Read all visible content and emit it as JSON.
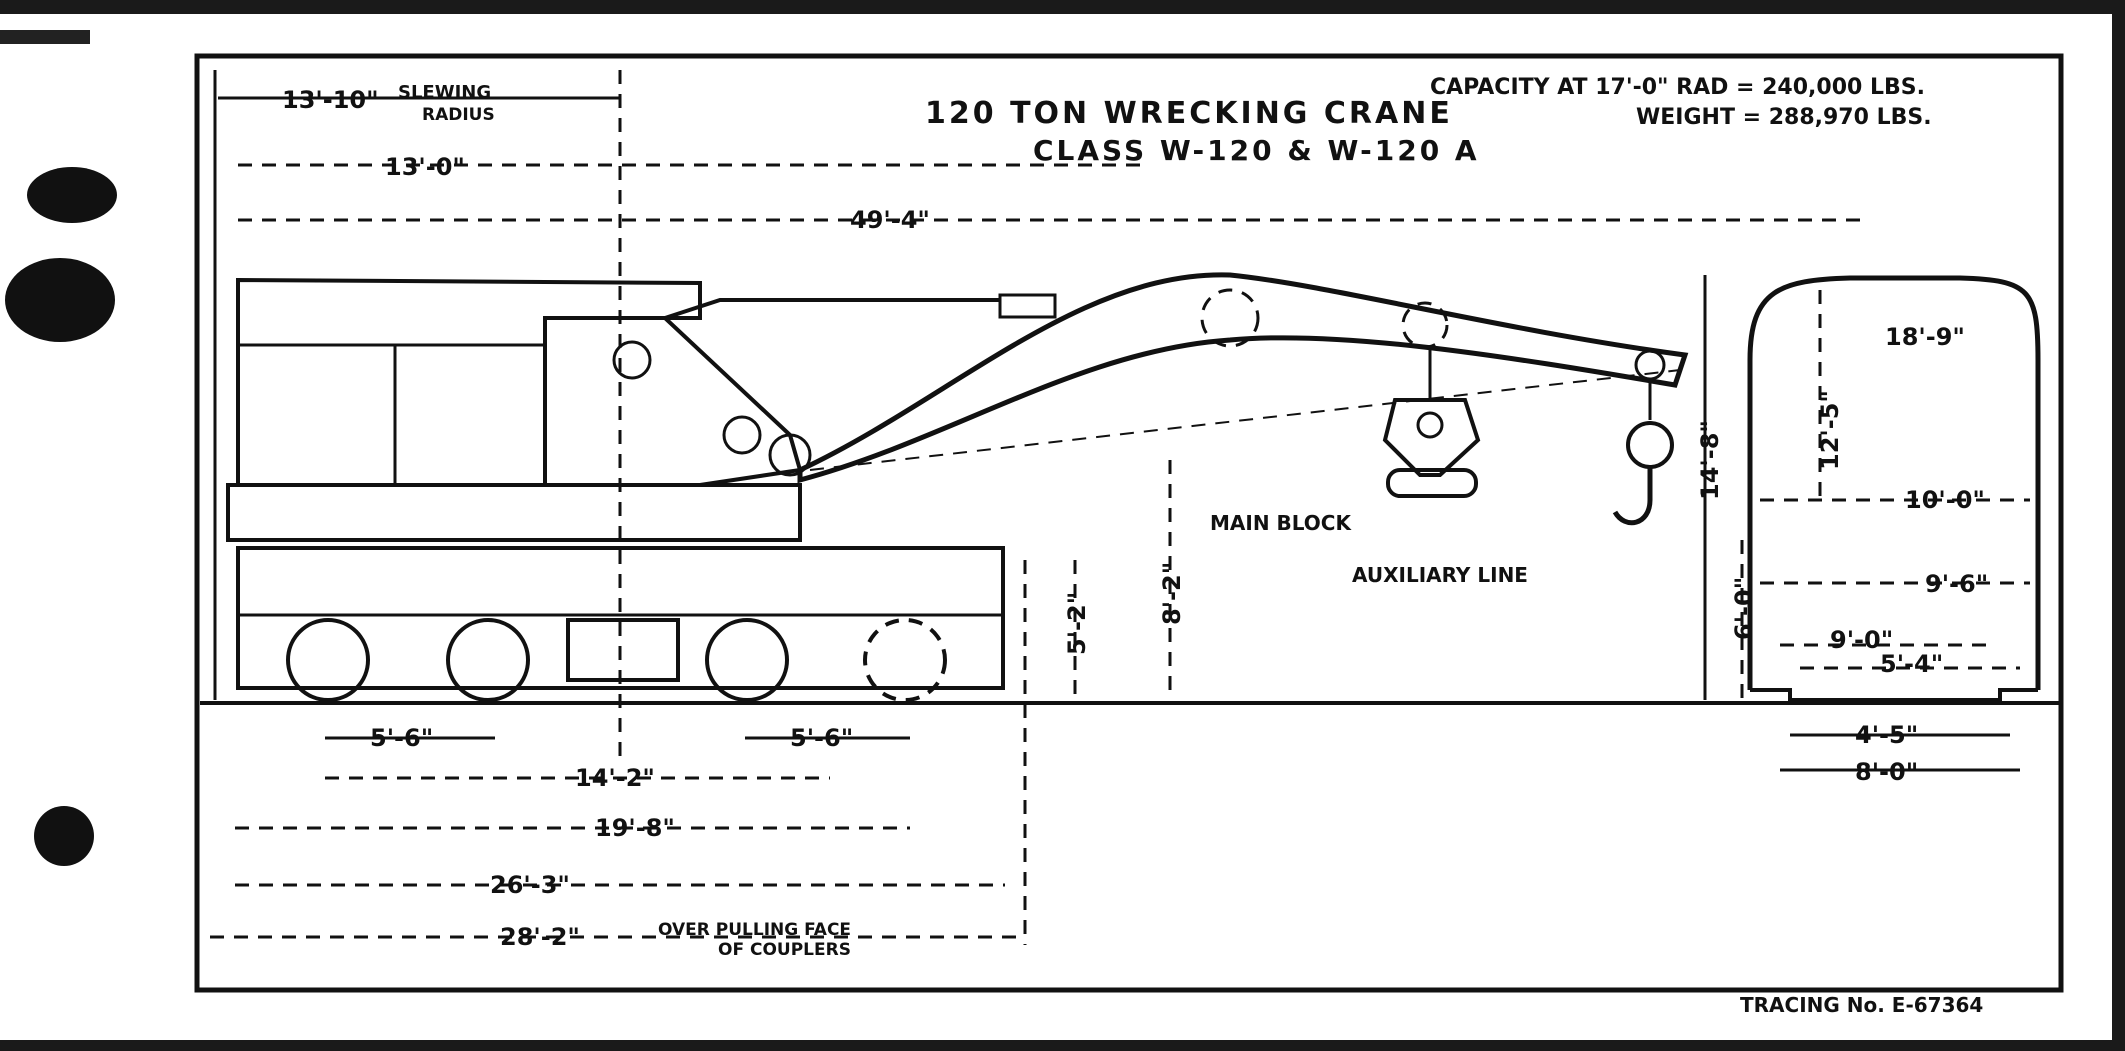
{
  "title": "120 TON WRECKING CRANE",
  "class_line": "CLASS W-120 & W-120 A",
  "capacity": "CAPACITY AT 17'-0\" RAD = 240,000 LBS.",
  "weight": "WEIGHT = 288,970 LBS.",
  "tracing_no": "TRACING No. E-67364",
  "labels": {
    "main_block": "MAIN BLOCK",
    "auxiliary_line": "AUXILIARY LINE",
    "slewing_radius_1": "SLEWING",
    "slewing_radius_2": "RADIUS",
    "over_pulling_1": "OVER PULLING FACE",
    "over_pulling_2": "OF COUPLERS"
  },
  "dimensions": {
    "slewing_radius": "13'-10\"",
    "d_13_0": "13'-0\"",
    "d_49_4": "49'-4\"",
    "truck_left": "5'-6\"",
    "truck_right": "5'-6\"",
    "d_14_2": "14'-2\"",
    "d_19_8": "19'-8\"",
    "d_26_3": "26'-3\"",
    "d_28_2": "28'-2\"",
    "h_5_2": "5'-2\"",
    "h_8_2": "8'-2\"",
    "h_14_8": "14'-8\"",
    "h_6_0": "6'-0\"",
    "c_18_9": "18'-9\"",
    "c_12_5": "12'-5\"",
    "c_10_0": "10'-0\"",
    "c_9_6": "9'-6\"",
    "c_9_0": "9'-0\"",
    "c_5_4": "5'-4\"",
    "c_4_5": "4'-5\"",
    "c_8_0": "8'-0\""
  }
}
